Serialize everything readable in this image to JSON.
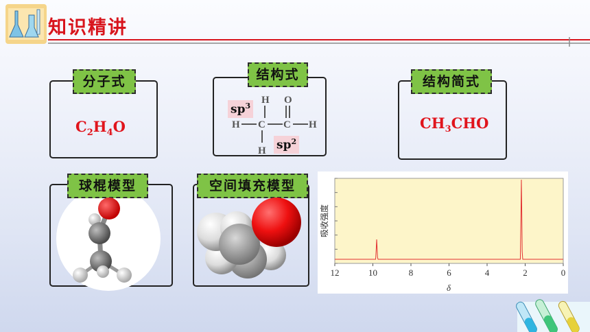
{
  "header": {
    "title": "知识精讲"
  },
  "cards": {
    "molecular_formula": {
      "label": "分子式"
    },
    "structural_formula": {
      "label": "结构式"
    },
    "condensed_formula": {
      "label": "结构简式"
    },
    "ball_stick": {
      "label": "球棍模型"
    },
    "space_filling": {
      "label": "空间填充模型"
    }
  },
  "molecular_formula": {
    "c": "C",
    "c_sub": "2",
    "h": "H",
    "h_sub": "4",
    "o": "O"
  },
  "condensed_formula": {
    "a": "CH",
    "a_sub": "3",
    "b": "CHO"
  },
  "structure": {
    "atom_h_top": "H",
    "atom_o": "O",
    "atom_h_left": "H",
    "atom_c1": "C",
    "atom_c2": "C",
    "atom_h_right": "H",
    "atom_h_bottom": "H",
    "sp3_base": "sp",
    "sp3_sup": "3",
    "sp2_base": "sp",
    "sp2_sup": "2"
  },
  "chart_data": {
    "type": "line",
    "title": "",
    "xlabel": "δ",
    "ylabel": "吸收强度",
    "x_ticks": [
      "12",
      "10",
      "8",
      "6",
      "4",
      "2",
      "0"
    ],
    "xlim": [
      12,
      0
    ],
    "x_reversed": true,
    "series": [
      {
        "peaks": [
          {
            "x": 9.8,
            "relative_height": 0.25
          },
          {
            "x": 2.2,
            "relative_height": 1.0
          }
        ]
      }
    ],
    "colors": {
      "plot_bg": "#fdf5c9",
      "line": "#e23030"
    }
  }
}
